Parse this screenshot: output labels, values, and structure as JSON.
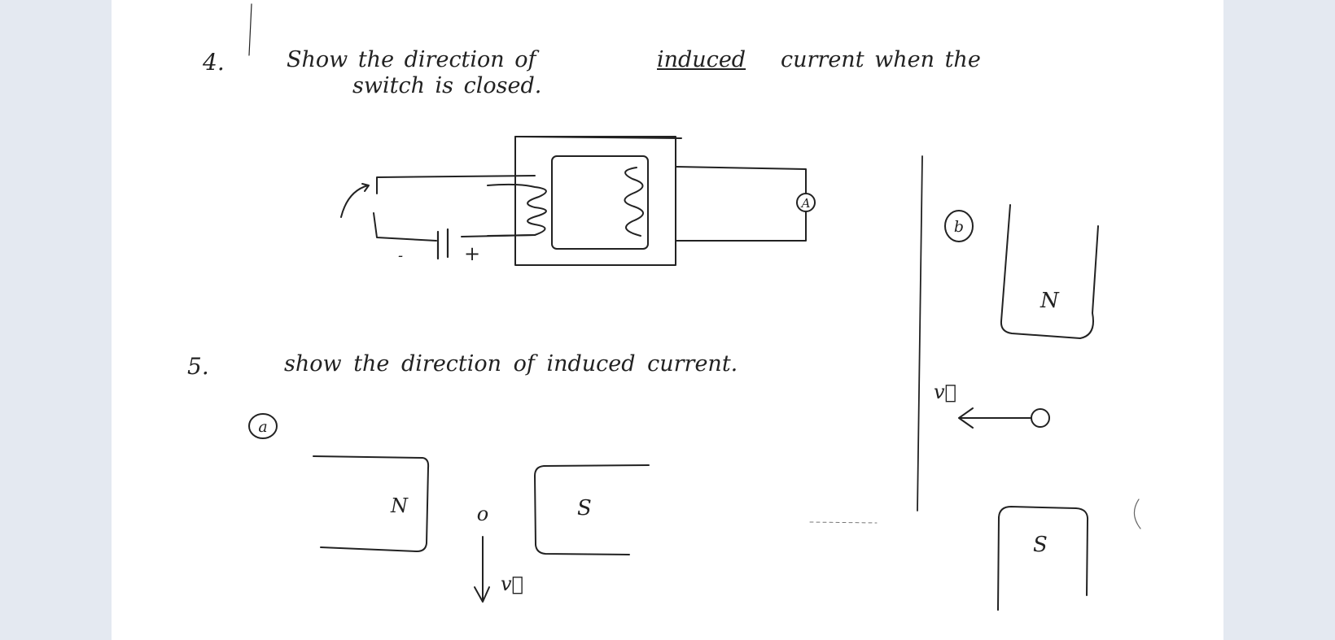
{
  "problem4": {
    "number": "4.",
    "line1": "Show   the   direction   of",
    "underlined_word": "induced",
    "line1_end": "current    when    the",
    "line2": "switch   is    closed.",
    "battery_minus": "-",
    "battery_plus": "+",
    "ammeter": "A"
  },
  "problem5": {
    "number": "5.",
    "text": "show   the   direction   of   induced   current.",
    "part_a": {
      "label": "a",
      "magnet_left_pole": "N",
      "magnet_right_pole": "S",
      "loop_symbol": "o",
      "velocity_label": "v⃗"
    },
    "part_b": {
      "label": "b",
      "magnet_top_pole": "N",
      "magnet_bottom_pole": "S",
      "velocity_label": "v⃗"
    }
  }
}
